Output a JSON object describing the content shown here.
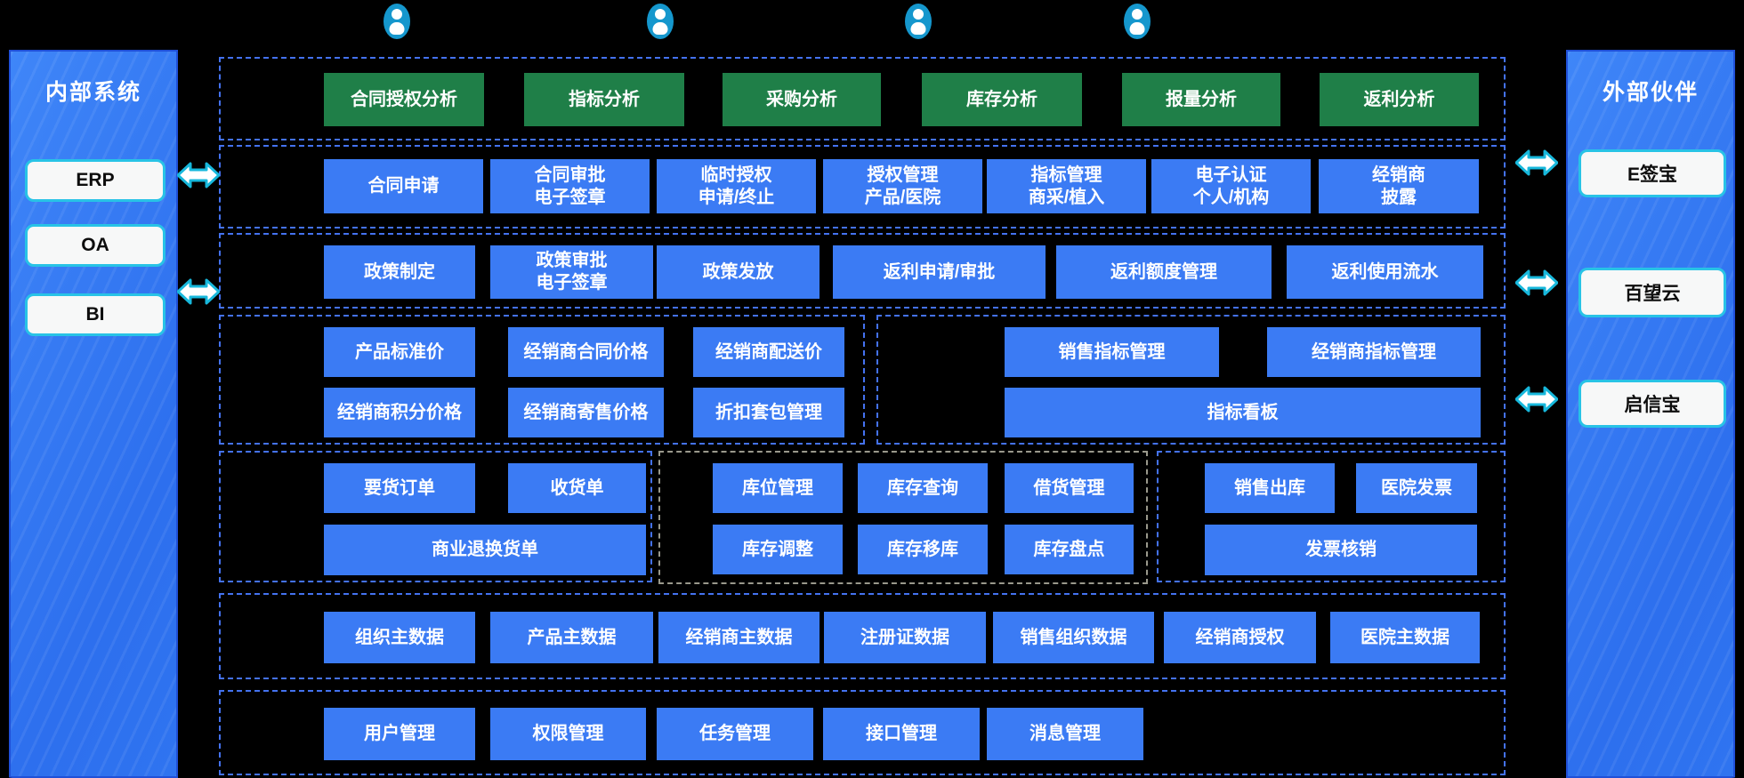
{
  "colors": {
    "background": "#000000",
    "module_button_blue": "#3b7bf4",
    "analysis_button_green": "#1f7f48",
    "dashed_border_blue": "#4472f0",
    "dashed_border_gray": "#9a998c",
    "panel_blue": "#2f74f0",
    "cyan_accent": "#28c3e6",
    "user_icon_blue": "#1597cd"
  },
  "top_icons": [
    {
      "icon": "user-icon"
    },
    {
      "icon": "user-icon"
    },
    {
      "icon": "user-icon"
    },
    {
      "icon": "user-icon"
    }
  ],
  "left_panel": {
    "title": "内部系统",
    "items": [
      {
        "label": "ERP"
      },
      {
        "label": "OA"
      },
      {
        "label": "BI"
      }
    ]
  },
  "right_panel": {
    "title": "外部伙伴",
    "items": [
      {
        "label": "E签宝"
      },
      {
        "label": "百望云"
      },
      {
        "label": "启信宝"
      }
    ]
  },
  "groups": [
    {
      "buttons": [
        {
          "label": "合同授权分析"
        },
        {
          "label": "指标分析"
        },
        {
          "label": "采购分析"
        },
        {
          "label": "库存分析"
        },
        {
          "label": "报量分析"
        },
        {
          "label": "返利分析"
        }
      ]
    },
    {
      "buttons": [
        {
          "label": "合同申请"
        },
        {
          "label": "合同审批\n电子签章"
        },
        {
          "label": "临时授权\n申请/终止"
        },
        {
          "label": "授权管理\n产品/医院"
        },
        {
          "label": "指标管理\n商采/植入"
        },
        {
          "label": "电子认证\n个人/机构"
        },
        {
          "label": "经销商\n披露"
        }
      ]
    },
    {
      "buttons": [
        {
          "label": "政策制定"
        },
        {
          "label": "政策审批\n电子签章"
        },
        {
          "label": "政策发放"
        },
        {
          "label": "返利申请/审批"
        },
        {
          "label": "返利额度管理"
        },
        {
          "label": "返利使用流水"
        }
      ]
    },
    {
      "buttons": [
        {
          "label": "产品标准价"
        },
        {
          "label": "经销商合同价格"
        },
        {
          "label": "经销商配送价"
        },
        {
          "label": "经销商积分价格"
        },
        {
          "label": "经销商寄售价格"
        },
        {
          "label": "折扣套包管理"
        }
      ]
    },
    {
      "buttons": [
        {
          "label": "销售指标管理"
        },
        {
          "label": "经销商指标管理"
        },
        {
          "label": "指标看板"
        }
      ]
    },
    {
      "buttons": [
        {
          "label": "要货订单"
        },
        {
          "label": "收货单"
        },
        {
          "label": "商业退换货单"
        }
      ]
    },
    {
      "buttons": [
        {
          "label": "库位管理"
        },
        {
          "label": "库存查询"
        },
        {
          "label": "借货管理"
        },
        {
          "label": "库存调整"
        },
        {
          "label": "库存移库"
        },
        {
          "label": "库存盘点"
        }
      ]
    },
    {
      "buttons": [
        {
          "label": "销售出库"
        },
        {
          "label": "医院发票"
        },
        {
          "label": "发票核销"
        }
      ]
    },
    {
      "buttons": [
        {
          "label": "组织主数据"
        },
        {
          "label": "产品主数据"
        },
        {
          "label": "经销商主数据"
        },
        {
          "label": "注册证数据"
        },
        {
          "label": "销售组织数据"
        },
        {
          "label": "经销商授权"
        },
        {
          "label": "医院主数据"
        }
      ]
    },
    {
      "buttons": [
        {
          "label": "用户管理"
        },
        {
          "label": "权限管理"
        },
        {
          "label": "任务管理"
        },
        {
          "label": "接口管理"
        },
        {
          "label": "消息管理"
        }
      ]
    }
  ]
}
